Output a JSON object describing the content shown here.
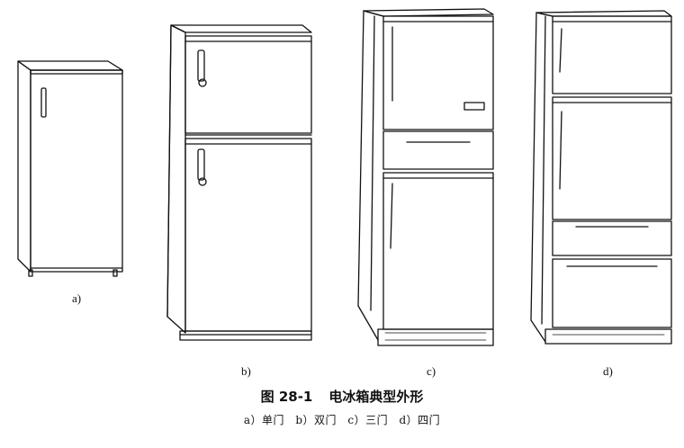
{
  "labels": {
    "a": "a)",
    "b": "b)",
    "c": "c)",
    "d": "d)"
  },
  "title": {
    "number": "图 28-1",
    "text": "电冰箱典型外形"
  },
  "caption": {
    "a": "a）单门",
    "b": "b）双门",
    "c": "c）三门",
    "d": "d）四门"
  }
}
